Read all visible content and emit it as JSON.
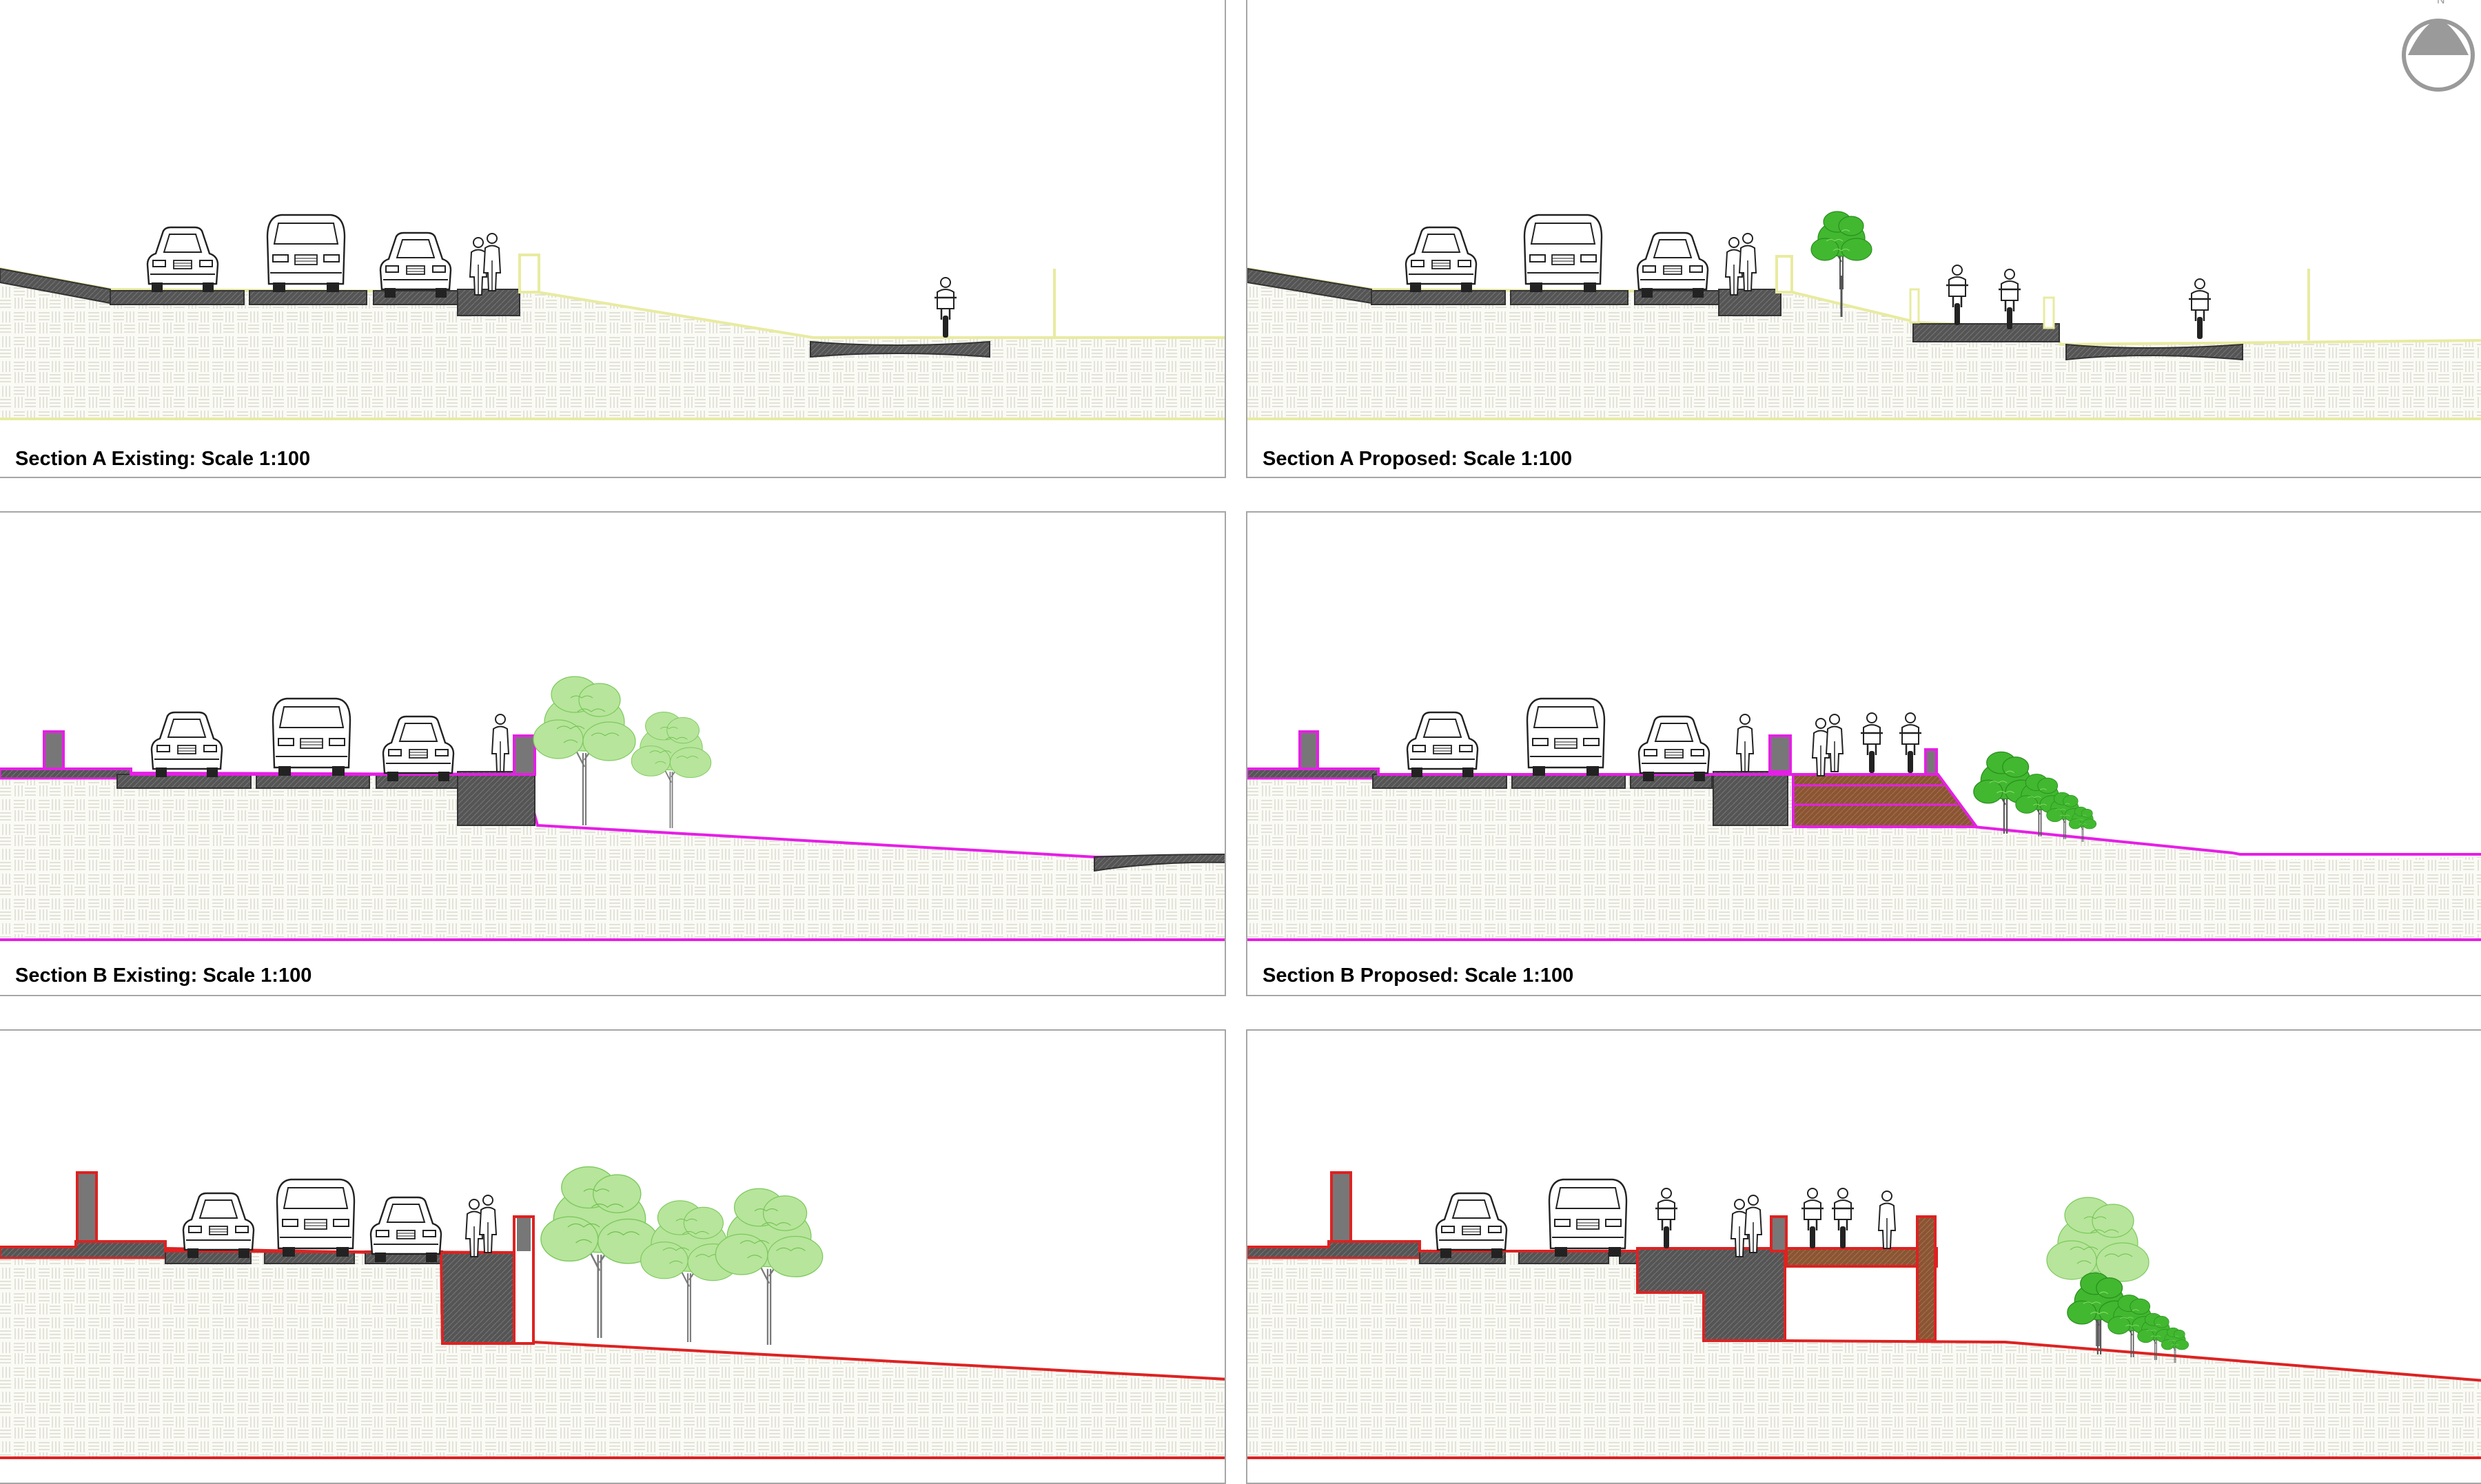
{
  "colors": {
    "background": "#ffffff",
    "panel_border": "#a6a6a6",
    "ground_fill": "#fbfbf6",
    "ground_pattern": "#d9d9cf",
    "pavement": "#555555",
    "section_a_outline": "#e8eba0",
    "section_b_outline": "#e61ee6",
    "section_c_outline": "#dd2222",
    "tree_light": "#9edb7f",
    "tree_dark": "#3cb82c",
    "earth_brown": "#8a5533",
    "north_gray": "#9a9a9a"
  },
  "north_arrow": {
    "label": "N",
    "icon": "north-arrow-icon"
  },
  "panels": [
    {
      "id": "a-existing",
      "title": "Section A Existing: Scale 1:100",
      "outline": "section_a_outline"
    },
    {
      "id": "a-proposed",
      "title": "Section A Proposed: Scale 1:100",
      "outline": "section_a_outline"
    },
    {
      "id": "b-existing",
      "title": "Section B Existing: Scale 1:100",
      "outline": "section_b_outline"
    },
    {
      "id": "b-proposed",
      "title": "Section B Proposed: Scale 1:100",
      "outline": "section_b_outline"
    },
    {
      "id": "c-existing",
      "title": "",
      "outline": "section_c_outline"
    },
    {
      "id": "c-proposed",
      "title": "",
      "outline": "section_c_outline"
    }
  ]
}
